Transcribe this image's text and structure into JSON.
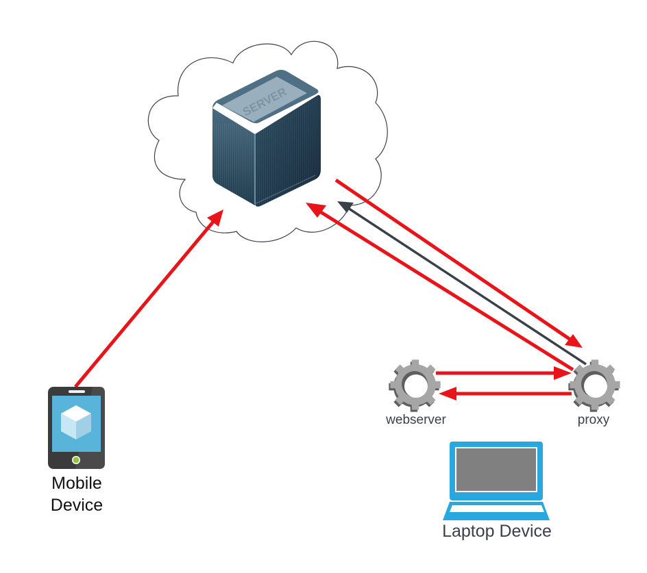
{
  "diagram": {
    "title": "Client / proxy / server network diagram",
    "nodes": [
      {
        "id": "server",
        "label": "SERVER",
        "type": "server-box",
        "container": "cloud"
      },
      {
        "id": "mobile",
        "label": "Mobile\nDevice",
        "type": "mobile-device"
      },
      {
        "id": "webserver",
        "label": "webserver",
        "type": "gear"
      },
      {
        "id": "proxy",
        "label": "proxy",
        "type": "gear"
      },
      {
        "id": "laptop",
        "label": "Laptop Device",
        "type": "laptop"
      }
    ],
    "edges": [
      {
        "from": "mobile",
        "to": "server",
        "color": "red"
      },
      {
        "from": "server",
        "to": "proxy",
        "color": "red"
      },
      {
        "from": "proxy",
        "to": "server",
        "color": "dark-gray"
      },
      {
        "from": "proxy",
        "to": "server",
        "color": "red"
      },
      {
        "from": "webserver",
        "to": "proxy",
        "color": "red"
      },
      {
        "from": "proxy",
        "to": "webserver",
        "color": "red"
      }
    ]
  },
  "labels": {
    "server_text": "SERVER",
    "mobile_line1": "Mobile",
    "mobile_line2": "Device",
    "webserver": "webserver",
    "proxy": "proxy",
    "laptop": "Laptop Device"
  },
  "colors": {
    "arrow_red": "#e8141a",
    "arrow_dark": "#3a414a",
    "cloud_stroke": "#3a414a",
    "gear": "#a6a6a6",
    "gear_shadow": "#5e5e5e",
    "laptop_blue": "#29a8e0",
    "laptop_screen": "#808080",
    "phone_body": "#3b3b3b",
    "phone_screen": "#59b4d9",
    "phone_button": "#8dc63f",
    "server_dark": "#1f3a4d",
    "server_top": "#9aafbd"
  }
}
